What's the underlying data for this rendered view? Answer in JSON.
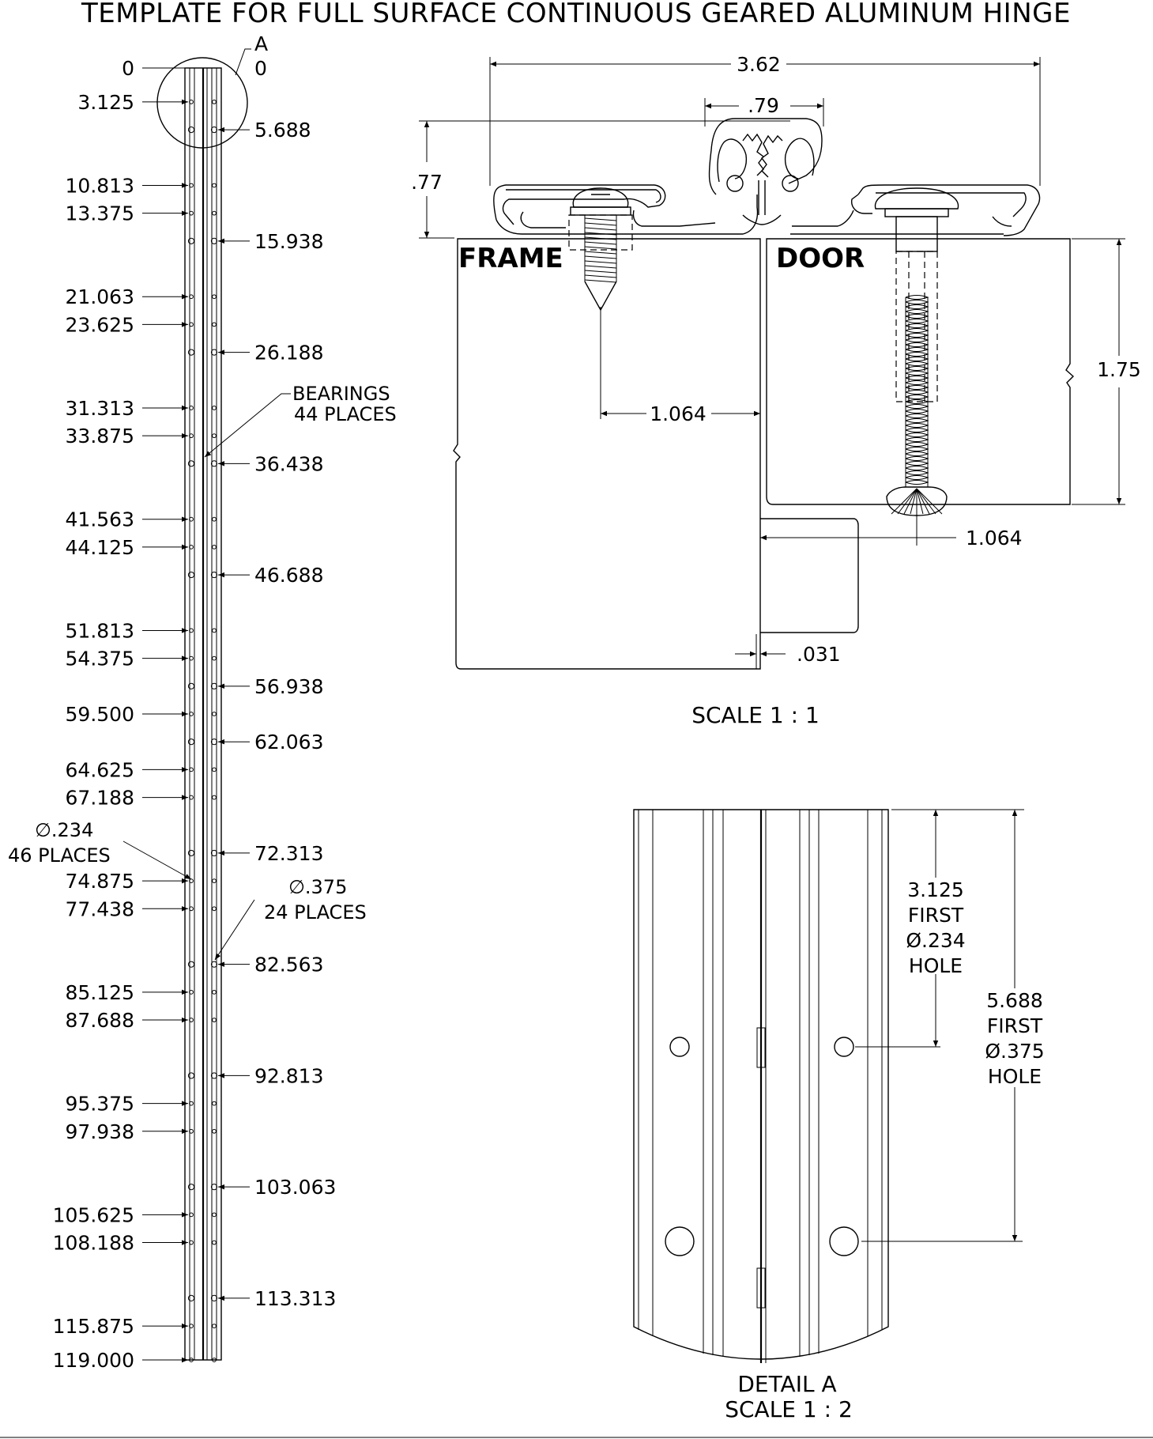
{
  "title": "TEMPLATE FOR FULL SURFACE CONTINUOUS GEARED ALUMINUM HINGE",
  "strip": {
    "detail_marker": "A",
    "top_left_zero": "0",
    "top_right_zero": "0",
    "left_dims": [
      "3.125",
      "10.813",
      "13.375",
      "21.063",
      "23.625",
      "31.313",
      "33.875",
      "41.563",
      "44.125",
      "51.813",
      "54.375",
      "59.500",
      "64.625",
      "67.188",
      "74.875",
      "77.438",
      "85.125",
      "87.688",
      "95.375",
      "97.938",
      "105.625",
      "108.188",
      "115.875",
      "119.000"
    ],
    "right_dims": [
      "5.688",
      "15.938",
      "26.188",
      "36.438",
      "46.688",
      "56.938",
      "62.063",
      "72.313",
      "82.563",
      "92.813",
      "103.063",
      "113.313"
    ],
    "bearings_label_1": "BEARINGS",
    "bearings_label_2": "44 PLACES",
    "small_hole_label_1": "∅.234",
    "small_hole_label_2": "46 PLACES",
    "large_hole_label_1": "∅.375",
    "large_hole_label_2": "24 PLACES"
  },
  "section": {
    "dim_width": "3.62",
    "dim_knuckle": ".79",
    "dim_height": ".77",
    "dim_door": "1.75",
    "dim_frame_offset": "1.064",
    "dim_door_offset": "1.064",
    "dim_gap": ".031",
    "frame_label": "FRAME",
    "door_label": "DOOR",
    "scale": "SCALE 1 : 1"
  },
  "detail": {
    "note1": [
      "3.125",
      "FIRST",
      "Ø.234",
      "HOLE"
    ],
    "note2": [
      "5.688",
      "FIRST",
      "Ø.375",
      "HOLE"
    ],
    "caption_1": "DETAIL A",
    "caption_2": "SCALE 1 : 2"
  }
}
